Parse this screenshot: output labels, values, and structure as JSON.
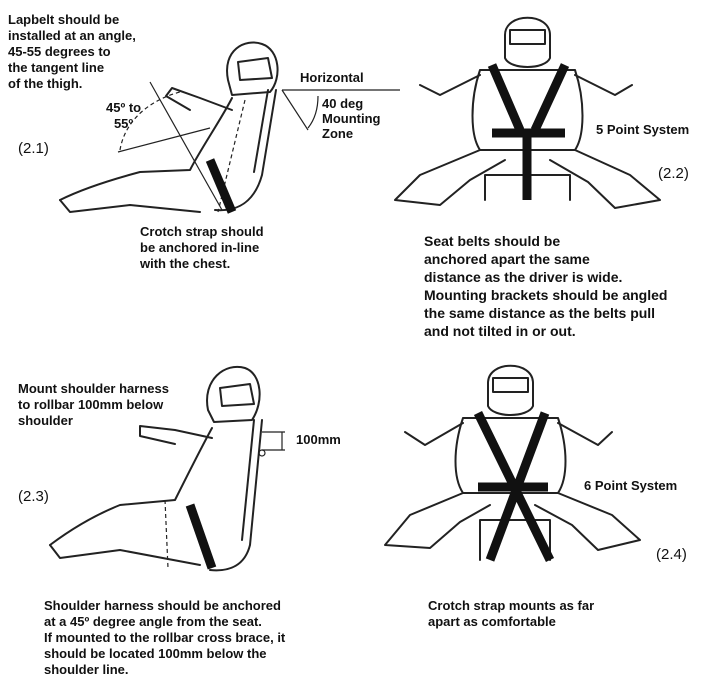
{
  "panel_2_1": {
    "label": "(2.1)",
    "lapbelt_text": "Lapbelt should be\ninstalled at an angle,\n45-55 degrees to\nthe tangent line\nof the thigh.",
    "angle_text": "45º to\n55º",
    "horizontal": "Horizontal",
    "mounting_zone": "40 deg\nMounting\nZone",
    "crotch_text": "Crotch strap should\nbe anchored in-line\nwith the chest."
  },
  "panel_2_2": {
    "label": "(2.2)",
    "system": "5 Point System",
    "caption": "Seat belts should be\nanchored apart the same\ndistance as the driver is wide.\nMounting brackets should be angled\nthe same distance as the belts pull\nand not tilted in or out."
  },
  "panel_2_3": {
    "label": "(2.3)",
    "mount_text": "Mount shoulder harness\nto rollbar 100mm below\nshoulder",
    "dimension": "100mm",
    "caption": "Shoulder harness should be anchored\nat a 45º degree angle from the seat.\nIf mounted to the rollbar cross brace, it\nshould be located 100mm below the\nshoulder line."
  },
  "panel_2_4": {
    "label": "(2.4)",
    "system": "6 Point System",
    "caption": "Crotch strap mounts as far\napart as comfortable"
  }
}
